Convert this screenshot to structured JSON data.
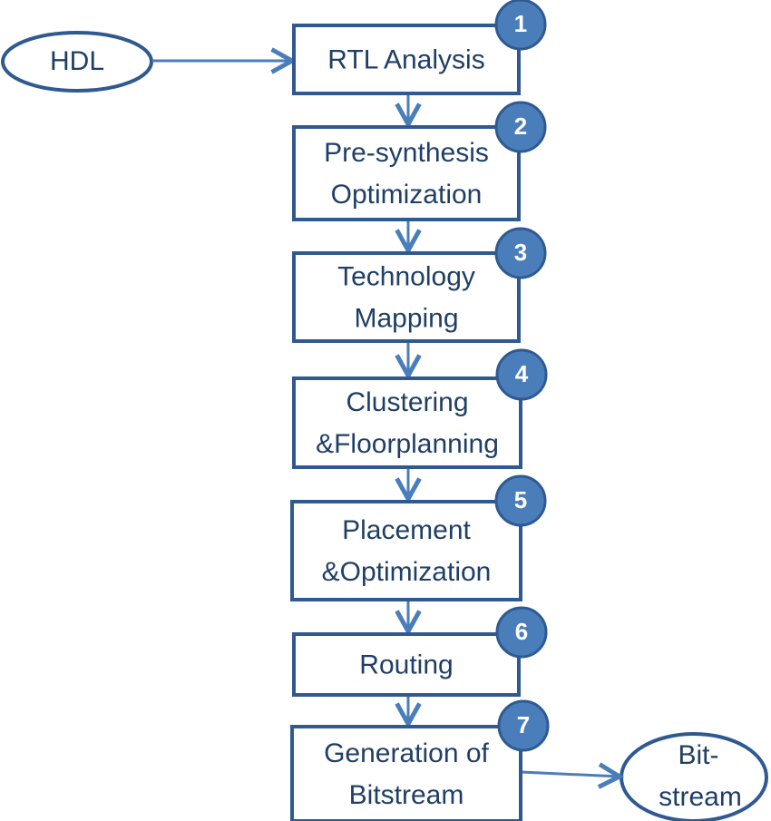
{
  "diagram": {
    "colors": {
      "stroke": "#2f5a91",
      "badge": "#4a7ebb",
      "edge": "#4a7ebb",
      "text": "#1f3f66"
    },
    "input": {
      "label": "HDL"
    },
    "output": {
      "lines": [
        "Bit-",
        "stream"
      ]
    },
    "steps": [
      {
        "number": "1",
        "lines": [
          "RTL Analysis"
        ]
      },
      {
        "number": "2",
        "lines": [
          "Pre-synthesis",
          "Optimization"
        ]
      },
      {
        "number": "3",
        "lines": [
          "Technology",
          "Mapping"
        ]
      },
      {
        "number": "4",
        "lines": [
          "Clustering",
          "&Floorplanning"
        ]
      },
      {
        "number": "5",
        "lines": [
          "Placement",
          "&Optimization"
        ]
      },
      {
        "number": "6",
        "lines": [
          "Routing"
        ]
      },
      {
        "number": "7",
        "lines": [
          "Generation of",
          "Bitstream"
        ]
      }
    ]
  }
}
